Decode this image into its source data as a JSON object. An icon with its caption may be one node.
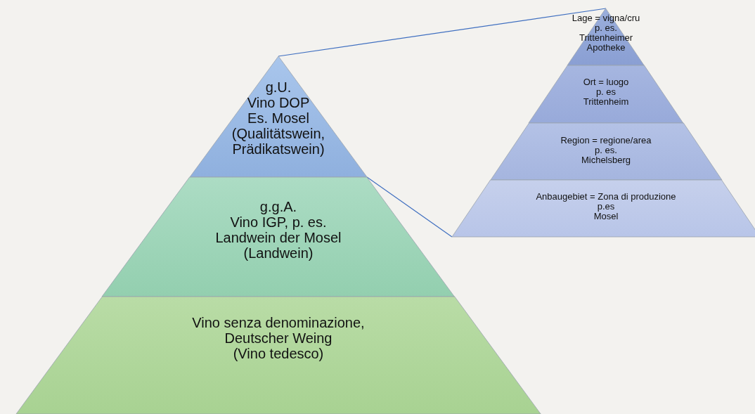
{
  "diagram": {
    "nodes": [
      {
        "text": [
          "g.U.",
          "Vino DOP",
          "Es. Mosel",
          "(Qualitätswein,",
          "Prädikatswein)"
        ]
      },
      {
        "text": [
          "g.g.A.",
          "Vino IGP, p. es.",
          "Landwein der Mosel",
          "(Landwein)"
        ]
      },
      {
        "text": [
          "Vino senza denominazione,",
          "Deutscher Weing",
          "(Vino tedesco)"
        ]
      },
      {
        "text": [
          "Lage = vigna/cru",
          "p. es.",
          "Trittenheimer",
          "Apotheke"
        ]
      },
      {
        "text": [
          "Ort = luogo",
          "p. es",
          "Trittenheim"
        ]
      },
      {
        "text": [
          "Region = regione/area",
          "p. es.",
          "Michelsberg"
        ]
      },
      {
        "text": [
          "Anbaugebiet =  Zona di produzione",
          "p.es",
          "Mosel"
        ]
      }
    ],
    "edges": [
      {
        "from": 0,
        "to": 3,
        "arrow": "none"
      },
      {
        "from": 0,
        "to": 6,
        "arrow": "none"
      }
    ]
  }
}
